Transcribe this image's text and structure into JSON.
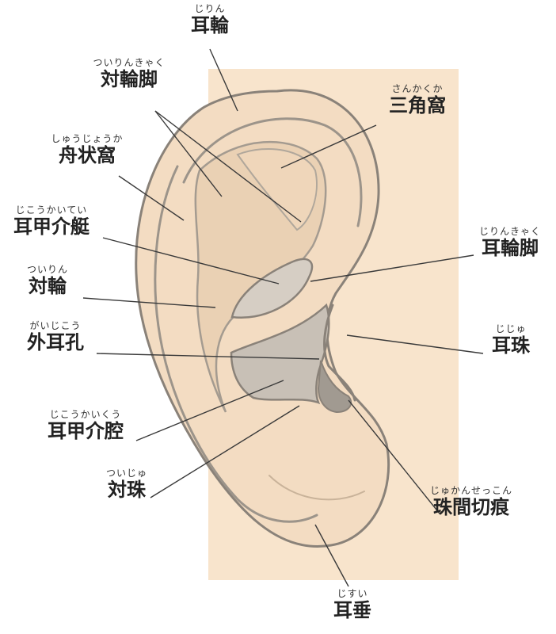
{
  "labels": {
    "jirin": {
      "reading": "じりん",
      "term": "耳輪"
    },
    "tsuirinkyaku": {
      "reading": "ついりんきゃく",
      "term": "対輪脚"
    },
    "sankakuka": {
      "reading": "さんかくか",
      "term": "三角窩"
    },
    "shujoka": {
      "reading": "しゅうじょうか",
      "term": "舟状窩"
    },
    "jikokaitei": {
      "reading": "じこうかいてい",
      "term": "耳甲介艇"
    },
    "jirinkyaku": {
      "reading": "じりんきゃく",
      "term": "耳輪脚"
    },
    "tsuirin": {
      "reading": "ついりん",
      "term": "対輪"
    },
    "gaijiko": {
      "reading": "がいじこう",
      "term": "外耳孔"
    },
    "jiju": {
      "reading": "じじゅ",
      "term": "耳珠"
    },
    "jikokaiku": {
      "reading": "じこうかいくう",
      "term": "耳甲介腔"
    },
    "tsuiju": {
      "reading": "ついじゅ",
      "term": "対珠"
    },
    "jukansekkon": {
      "reading": "じゅかんせっこん",
      "term": "珠間切痕"
    },
    "jisui": {
      "reading": "じすい",
      "term": "耳垂"
    }
  },
  "colors": {
    "background_panel": "#f8e4cc",
    "skin": "#f3dcc2",
    "skin_shadow": "#e6ccae",
    "outline": "#8a8279",
    "concha": "#c8c0b6",
    "canal": "#a19a91",
    "leader_line": "#3a3a3a"
  }
}
